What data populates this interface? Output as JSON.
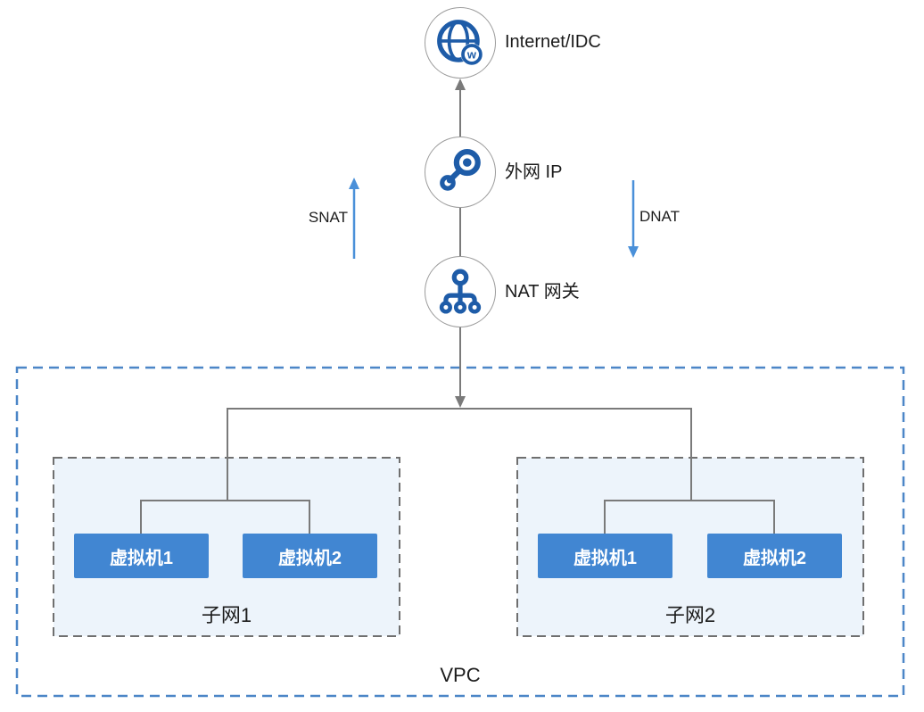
{
  "nodes": {
    "internet": {
      "label": "Internet/IDC",
      "icon": "globe-w-icon"
    },
    "external_ip": {
      "label": "外网 IP",
      "icon": "ip-link-icon"
    },
    "nat_gateway": {
      "label": "NAT 网关",
      "icon": "nat-gateway-tree-icon"
    }
  },
  "flows": {
    "snat_label": "SNAT",
    "dnat_label": "DNAT"
  },
  "vpc": {
    "label": "VPC",
    "subnets": [
      {
        "label": "子网1",
        "vms": [
          {
            "label": "虚拟机1"
          },
          {
            "label": "虚拟机2"
          }
        ]
      },
      {
        "label": "子网2",
        "vms": [
          {
            "label": "虚拟机1"
          },
          {
            "label": "虚拟机2"
          }
        ]
      }
    ]
  },
  "colors": {
    "icon_blue": "#1E5CA8",
    "vm_box_blue": "#4186D2",
    "flow_arrow_blue": "#4A90D9",
    "vpc_border_blue": "#4C86C7",
    "subnet_fill": "#EDF4FB",
    "subnet_border_gray": "#6F6F6F",
    "connector_gray": "#7A7A7A",
    "node_border_gray": "#9B9B9B"
  }
}
